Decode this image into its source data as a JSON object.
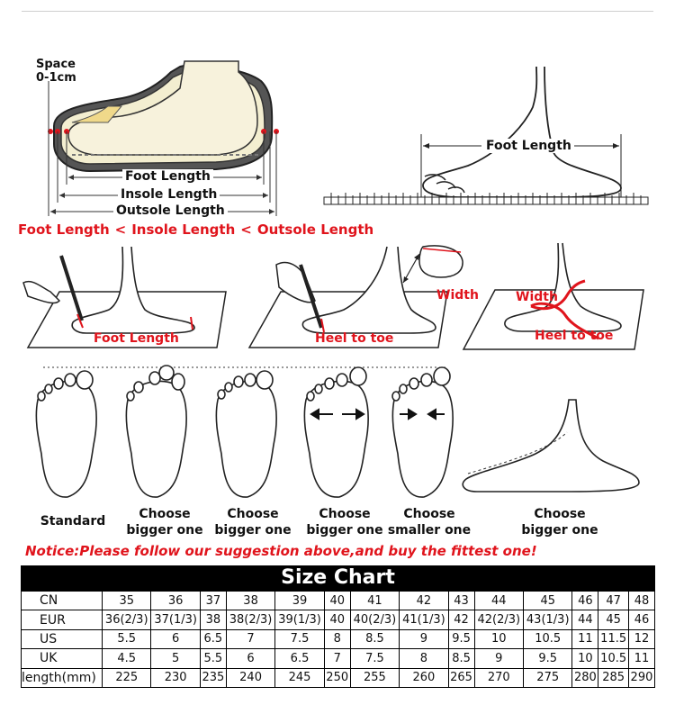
{
  "diagram1": {
    "space_label": [
      "Space",
      "0-1cm"
    ],
    "foot_length": "Foot Length",
    "insole_length": "Insole Length",
    "outsole_length": "Outsole Length"
  },
  "diagram2": {
    "foot_length": "Foot Length"
  },
  "comparison": {
    "foot": "Foot Length",
    "lt1": "<",
    "insole": "Insole Length",
    "lt2": "<",
    "outsole": "Outsole Length"
  },
  "measure": {
    "step1": "Foot Length",
    "step2": "Heel to toe",
    "step3_width": "Width",
    "step4_width": "Width",
    "step4_heel": "Heel to toe"
  },
  "foot_types": [
    {
      "caption": [
        "Standard"
      ]
    },
    {
      "caption": [
        "Choose",
        "bigger one"
      ]
    },
    {
      "caption": [
        "Choose",
        "bigger one"
      ]
    },
    {
      "caption": [
        "Choose",
        "bigger one"
      ]
    },
    {
      "caption": [
        "Choose",
        "smaller one"
      ]
    },
    {
      "caption": [
        "Choose",
        "bigger one"
      ]
    }
  ],
  "notice": "Notice:Please follow our suggestion above,and buy the fittest one!",
  "size_chart": {
    "title": "Size Chart",
    "rows": [
      {
        "label": "CN",
        "values": [
          "35",
          "36",
          "37",
          "38",
          "39",
          "40",
          "41",
          "42",
          "43",
          "44",
          "45",
          "46",
          "47",
          "48"
        ]
      },
      {
        "label": "EUR",
        "values": [
          "36(2/3)",
          "37(1/3)",
          "38",
          "38(2/3)",
          "39(1/3)",
          "40",
          "40(2/3)",
          "41(1/3)",
          "42",
          "42(2/3)",
          "43(1/3)",
          "44",
          "45",
          "46"
        ]
      },
      {
        "label": "US",
        "values": [
          "5.5",
          "6",
          "6.5",
          "7",
          "7.5",
          "8",
          "8.5",
          "9",
          "9.5",
          "10",
          "10.5",
          "11",
          "11.5",
          "12"
        ]
      },
      {
        "label": "UK",
        "values": [
          "4.5",
          "5",
          "5.5",
          "6",
          "6.5",
          "7",
          "7.5",
          "8",
          "8.5",
          "9",
          "9.5",
          "10",
          "10.5",
          "11"
        ]
      },
      {
        "label": "length(mm)",
        "values": [
          "225",
          "230",
          "235",
          "240",
          "245",
          "250",
          "255",
          "260",
          "265",
          "270",
          "275",
          "280",
          "285",
          "290"
        ]
      }
    ]
  }
}
